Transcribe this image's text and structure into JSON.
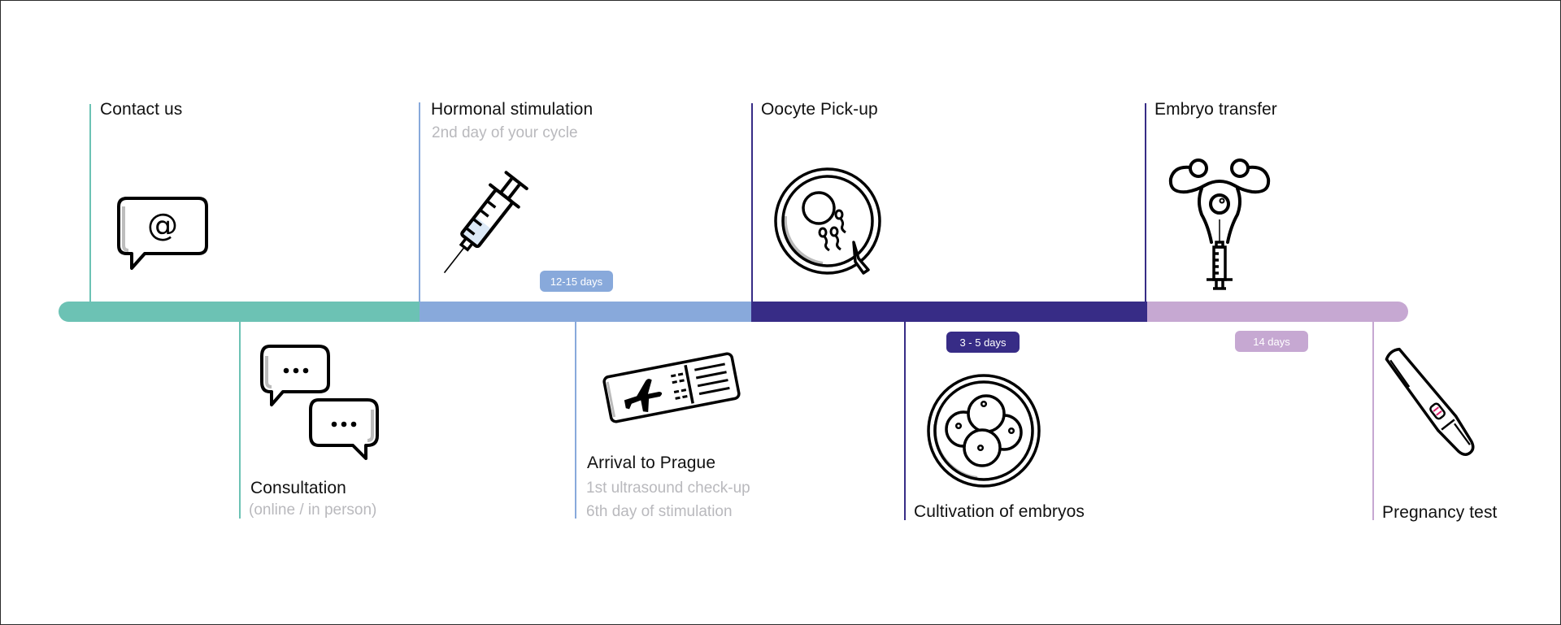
{
  "diagram": {
    "type": "process-timeline",
    "colors": {
      "phase_contact": "#6cc2b4",
      "phase_stimulation": "#88a9db",
      "phase_lab": "#372c86",
      "phase_waiting": "#c6a8d2",
      "title_text": "#111111",
      "subtitle_text": "#b9b9bd",
      "test_lines": "#e0216f",
      "syringe_fill": "#dce9f7"
    },
    "steps_above": [
      {
        "title": "Contact us",
        "subtitle": "",
        "icon": "email-speech-bubble-icon"
      },
      {
        "title": "Hormonal stimulation",
        "subtitle": "2nd day of your cycle",
        "icon": "syringe-icon"
      },
      {
        "title": "Oocyte Pick-up",
        "subtitle": "",
        "icon": "petri-dish-oocyte-icon"
      },
      {
        "title": "Embryo transfer",
        "subtitle": "",
        "icon": "uterus-transfer-icon"
      }
    ],
    "steps_below": [
      {
        "title": "Consultation",
        "subtitle": "(online / in person)",
        "icon": "chat-bubbles-icon"
      },
      {
        "title": "Arrival to Prague",
        "subtitle_lines": [
          "1st ultrasound check-up",
          "6th day of stimulation"
        ],
        "icon": "plane-ticket-icon"
      },
      {
        "title": "Cultivation of embryos",
        "subtitle": "",
        "icon": "embryo-dish-icon"
      },
      {
        "title": "Pregnancy test",
        "subtitle": "",
        "icon": "pregnancy-test-icon"
      }
    ],
    "durations": [
      {
        "label": "12-15 days",
        "phase": "stimulation"
      },
      {
        "label": "3 - 5 days",
        "phase": "lab"
      },
      {
        "label": "14 days",
        "phase": "waiting"
      }
    ]
  }
}
